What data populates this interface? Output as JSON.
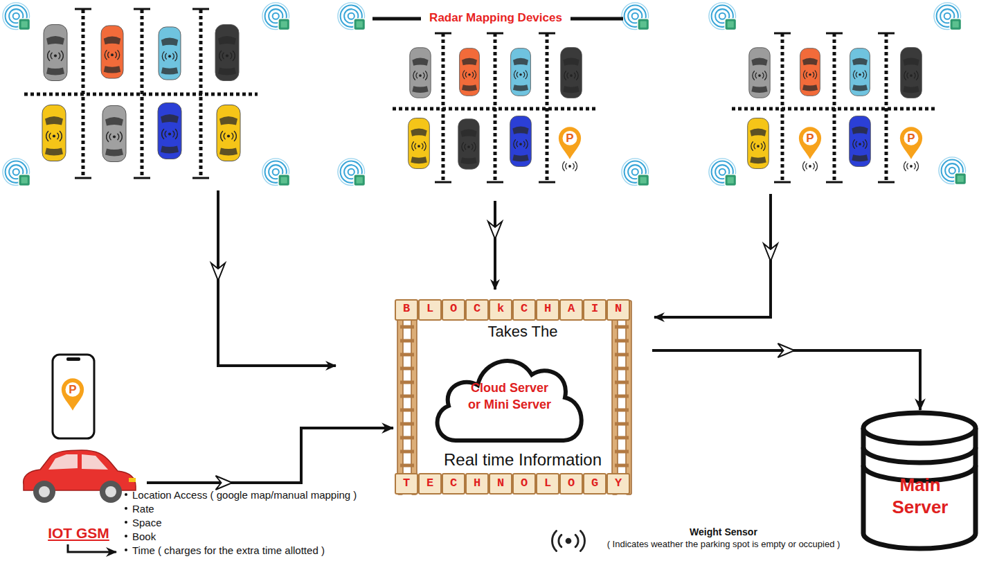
{
  "diagram": {
    "nodes": [
      {
        "text": [
          "BLOCkCHAIN",
          "Takes The",
          "Real time Information",
          "TECHNOLOGY"
        ]
      },
      {
        "text": [
          "Cloud Server or Mini Server"
        ],
        "in": 0
      },
      {
        "text": [
          "Main Server"
        ]
      },
      {
        "text": [
          "IOT GSM"
        ]
      }
    ],
    "edges": [
      {
        "from": 3,
        "to": 0,
        "arrow": "to"
      },
      {
        "from": 0,
        "to": 2,
        "arrow": "to"
      }
    ],
    "labels": [
      "Radar Mapping  Devices",
      "P",
      "P",
      "P",
      "P",
      "Location Access ( google map/manual mapping )",
      "Rate",
      "Space",
      "Book",
      "Time ( charges for the extra time allotted )"
    ],
    "legend": [
      {
        "text": "Weight Sensor"
      },
      {
        "text": "( Indicates weather the parking spot is empty or occupied )"
      }
    ]
  }
}
